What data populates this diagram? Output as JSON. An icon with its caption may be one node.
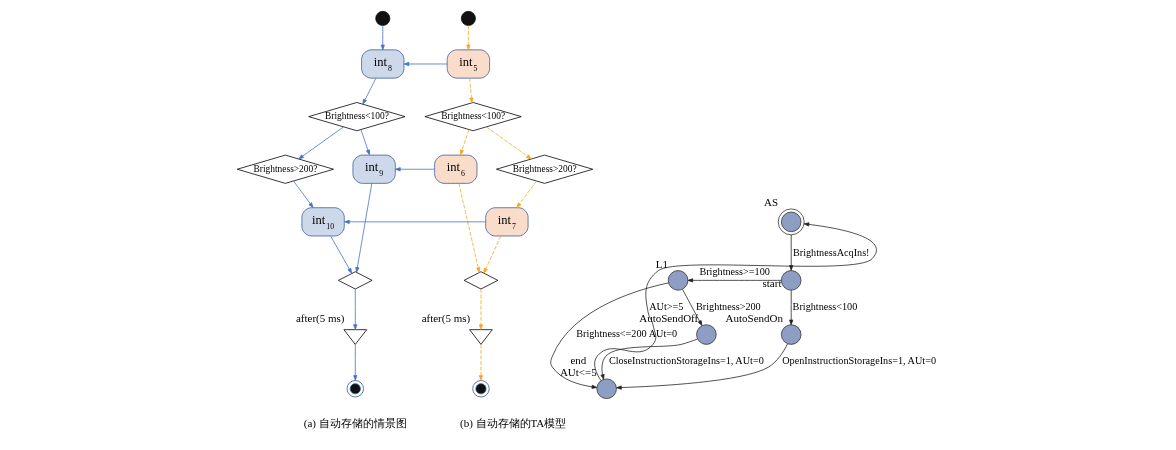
{
  "diagram": {
    "nodes": [
      {
        "text": [],
        "shape": "circle"
      },
      {
        "text": [],
        "shape": "circle"
      },
      {
        "text": [
          "int$_{8}$"
        ]
      },
      {
        "text": [
          "int$_{5}$"
        ]
      },
      {
        "text": [
          "Brightness<100?"
        ]
      },
      {
        "text": [
          "Brightness<100?"
        ]
      },
      {
        "text": [
          "Brightness>200?"
        ]
      },
      {
        "text": [
          "int$_{9}$"
        ]
      },
      {
        "text": [
          "int$_{6}$"
        ]
      },
      {
        "text": [
          "Brightness>200?"
        ]
      },
      {
        "text": [
          "int$_{10}$"
        ]
      },
      {
        "text": [
          "int$_{7}$"
        ]
      },
      {
        "text": [],
        "shape": "diamond"
      },
      {
        "text": [],
        "shape": "diamond"
      },
      {
        "text": [],
        "shape": "hourglass",
        "beside": [
          "after(5 ms)"
        ]
      },
      {
        "text": [],
        "shape": "hourglass",
        "beside": [
          "after(5 ms)"
        ]
      },
      {
        "text": [],
        "shape": "circle"
      },
      {
        "text": [],
        "shape": "circle"
      },
      {
        "text": [
          "AS"
        ]
      },
      {
        "text": [
          "start"
        ]
      },
      {
        "text": [
          "L1"
        ]
      },
      {
        "text": [
          "AutoSendOn"
        ]
      },
      {
        "text": [
          "AutoSendOff"
        ]
      },
      {
        "text": [
          "end",
          "AUt<=5"
        ]
      }
    ],
    "edges": [
      {
        "from": 0,
        "to": 2,
        "arrow": "to"
      },
      {
        "from": 1,
        "to": 3,
        "arrow": "to",
        "style": "dashed",
        "color": "#f5a623"
      },
      {
        "from": 3,
        "to": 2,
        "arrow": "to"
      },
      {
        "from": 2,
        "to": 4,
        "arrow": "to"
      },
      {
        "from": 3,
        "to": 5,
        "arrow": "to",
        "style": "dashed",
        "color": "#f5a623"
      },
      {
        "from": 4,
        "to": 6,
        "arrow": "to"
      },
      {
        "from": 4,
        "to": 7,
        "arrow": "to"
      },
      {
        "from": 5,
        "to": 8,
        "arrow": "to",
        "style": "dashed",
        "color": "#f5a623"
      },
      {
        "from": 5,
        "to": 9,
        "arrow": "to",
        "style": "dashed",
        "color": "#f5a623"
      },
      {
        "from": 8,
        "to": 7,
        "arrow": "to"
      },
      {
        "from": 6,
        "to": 10,
        "arrow": "to"
      },
      {
        "from": 9,
        "to": 11,
        "arrow": "to",
        "style": "dashed",
        "color": "#f5a623"
      },
      {
        "from": 11,
        "to": 10,
        "arrow": "to"
      },
      {
        "from": 10,
        "to": 12,
        "arrow": "to"
      },
      {
        "from": 7,
        "to": 12,
        "arrow": "to"
      },
      {
        "from": 8,
        "to": 13,
        "arrow": "to",
        "style": "dashed",
        "color": "#f5a623"
      },
      {
        "from": 11,
        "to": 13,
        "arrow": "to",
        "style": "dashed",
        "color": "#f5a623"
      },
      {
        "from": 12,
        "to": 14,
        "arrow": "to"
      },
      {
        "from": 13,
        "to": 15,
        "arrow": "to",
        "style": "dashed",
        "color": "#f5a623"
      },
      {
        "from": 14,
        "to": 16,
        "arrow": "to"
      },
      {
        "from": 15,
        "to": 17,
        "arrow": "to",
        "style": "dashed",
        "color": "#f5a623"
      },
      {
        "from": 18,
        "to": 19,
        "arrow": "to",
        "label": "BrightnessAcqIns!",
        "color": "#222222"
      },
      {
        "from": 19,
        "to": 20,
        "arrow": "to",
        "label": "Brightness>=100",
        "color": "#222222"
      },
      {
        "from": 19,
        "to": 21,
        "arrow": "to",
        "label": "Brightness<100",
        "color": "#222222"
      },
      {
        "from": 20,
        "to": 22,
        "arrow": "to",
        "label": "Brightness>200",
        "color": "#222222"
      },
      {
        "from": 20,
        "to": 23,
        "arrow": "to",
        "label": "Brightness<=200 AUt=0",
        "color": "#222222"
      },
      {
        "from": 22,
        "to": 23,
        "arrow": "to",
        "label": "CloseInstructionStorageIns=1, AUt=0",
        "color": "#222222"
      },
      {
        "from": 21,
        "to": 23,
        "arrow": "to",
        "label": "OpenInstructionStorageIns=1, AUt=0",
        "color": "#222222"
      },
      {
        "from": 23,
        "to": 18,
        "arrow": "to",
        "label": "AUt>=5",
        "color": "#222222"
      }
    ],
    "labels": [
      "(a) 自动存储的情景图",
      "(b) 自动存储的TA模型"
    ]
  }
}
